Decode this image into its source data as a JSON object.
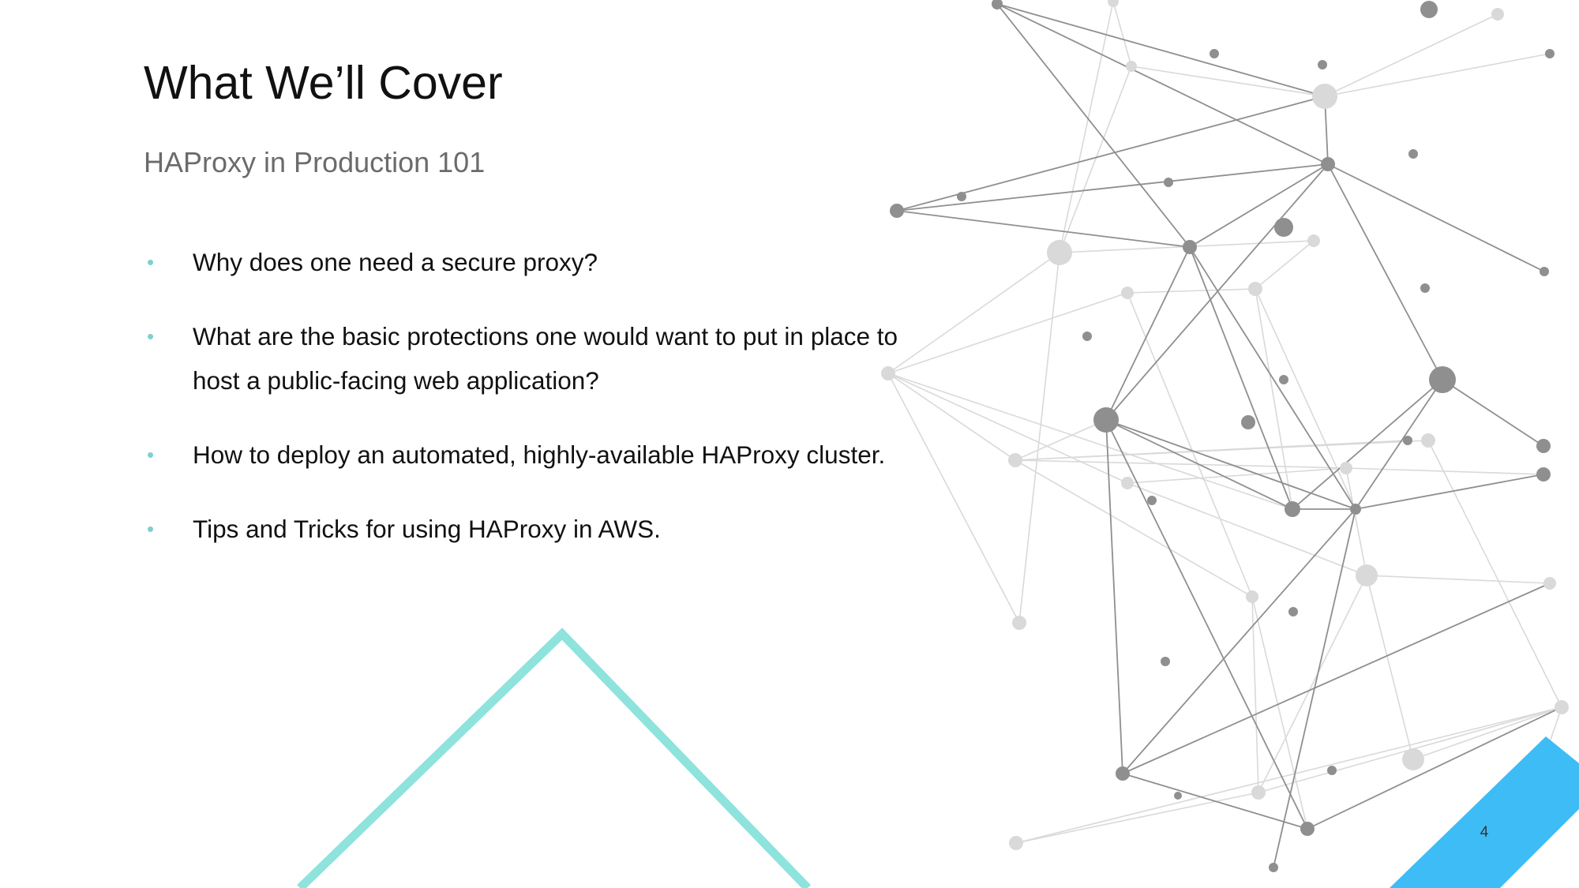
{
  "slide": {
    "title": "What We’ll Cover",
    "subtitle": "HAProxy in Production 101",
    "bullets": [
      "Why does one need a secure proxy?",
      "What are the basic protections one would want to put in place to host a public-facing web application?",
      "How to deploy an automated, highly-available HAProxy cluster.",
      "Tips and Tricks for using HAProxy in AWS."
    ],
    "page_number": "4"
  },
  "colors": {
    "accent_teal": "#8ee3dc",
    "accent_blue": "#3ebcf5",
    "network_dark": "#8f8f8f",
    "network_light": "#d9d9d9",
    "bullet_marker": "#7fcfd2"
  },
  "icons": {
    "bullet_marker": "bullet-dot-icon"
  }
}
